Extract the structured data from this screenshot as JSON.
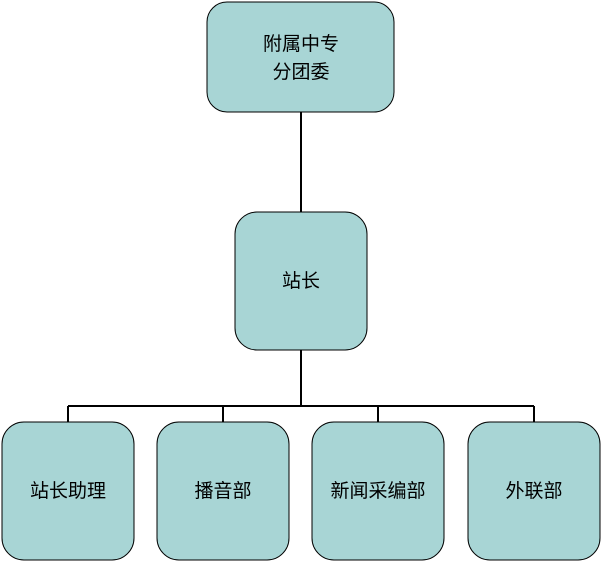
{
  "colors": {
    "node_fill": "#a8d5d5",
    "node_stroke": "#000000",
    "connector": "#000000",
    "background": "#ffffff"
  },
  "nodes": {
    "root": {
      "lines": [
        "附属中专",
        "分团委"
      ]
    },
    "head": {
      "lines": [
        "站长"
      ]
    },
    "children": [
      {
        "lines": [
          "站长助理"
        ]
      },
      {
        "lines": [
          "播音部"
        ]
      },
      {
        "lines": [
          "新闻采编部"
        ]
      },
      {
        "lines": [
          "外联部"
        ]
      }
    ]
  }
}
